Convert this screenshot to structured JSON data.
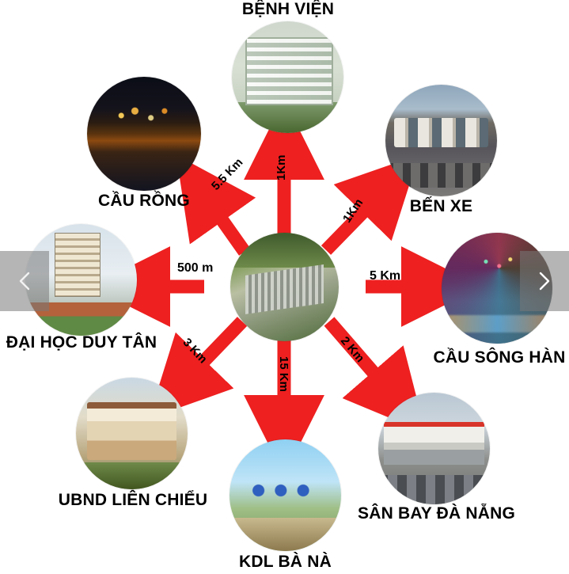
{
  "diagram": {
    "center": {
      "name": "center-project-node",
      "photo": "aerial-project-site"
    },
    "nodes": [
      {
        "id": "cau-rong",
        "label": "CẦU RỒNG",
        "distance": "5.5 Km",
        "photo": "dragon-bridge-night"
      },
      {
        "id": "benh-vien",
        "label": "BỆNH VIỆN",
        "distance": "1Km",
        "photo": "hospital-building"
      },
      {
        "id": "ben-xe",
        "label": "BẾN XE",
        "distance": "1Km",
        "photo": "bus-station"
      },
      {
        "id": "cau-song-han",
        "label": "CẦU SÔNG HÀN",
        "distance": "5 Km",
        "photo": "han-river-bridge-fireworks"
      },
      {
        "id": "san-bay",
        "label": "SÂN BAY ĐÀ NẴNG",
        "distance": "2 Km",
        "photo": "da-nang-airport"
      },
      {
        "id": "kdl-ba-na",
        "label": "KDL BÀ NÀ",
        "distance": "15 Km",
        "photo": "ba-na-hills-cable-car"
      },
      {
        "id": "ubnd-lien-chieu",
        "label": "UBND LIÊN CHIỂU",
        "distance": "3 Km",
        "photo": "lien-chieu-district-hall"
      },
      {
        "id": "dai-hoc-duy-tan",
        "label": "ĐẠI HỌC DUY TÂN",
        "distance": "500 m",
        "photo": "duy-tan-university"
      }
    ],
    "colors": {
      "arrow": "#ee2020",
      "label_text": "#000000",
      "background": "#ffffff"
    }
  },
  "gallery": {
    "prev_icon": "chevron-left-icon",
    "next_icon": "chevron-right-icon"
  }
}
